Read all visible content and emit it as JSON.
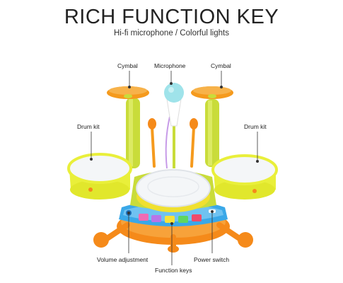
{
  "header": {
    "title": "RICH FUNCTION KEY",
    "subtitle": "Hi-fi microphone / Colorful lights"
  },
  "callouts": {
    "cymbal_left": "Cymbal",
    "microphone": "Microphone",
    "cymbal_right": "Cymbal",
    "drum_kit_left": "Drum kit",
    "drum_kit_right": "Drum kit",
    "volume_adjustment": "Volume adjustment",
    "function_keys": "Function keys",
    "power_switch": "Power switch"
  },
  "colors": {
    "drum_body": "#e9ef3a",
    "drum_head": "#f4f6f8",
    "cymbal": "#f59a1d",
    "stand": "#c9dc3a",
    "key_panel": "#3aa8e8",
    "base": "#f58a1a",
    "mic": "#9fe3ea"
  }
}
